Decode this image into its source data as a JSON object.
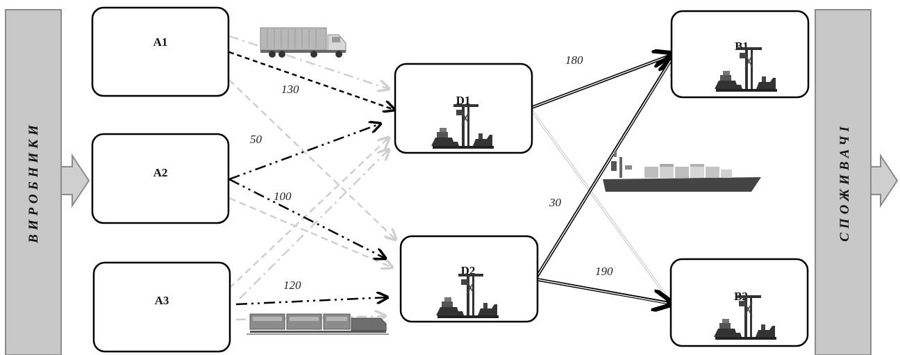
{
  "sides": {
    "left_label": "ВИРОБНИКИ",
    "right_label": "СПОЖИВАЧІ"
  },
  "nodes": {
    "a1": "A1",
    "a2": "A2",
    "a3": "A3",
    "d1": "D1",
    "d2": "D2",
    "b1": "B1",
    "b2": "B2"
  },
  "flows": {
    "a1_d1": "130",
    "a2_d1": "50",
    "a2_d2": "100",
    "a3_d2": "120",
    "d1_b1": "180",
    "d2_b1": "30",
    "d2_b2": "190"
  },
  "icons": {
    "producer_arrow": "arrow-right-icon",
    "consumer_arrow": "arrow-right-icon",
    "port": "port-crane-icon",
    "truck": "container-truck-icon",
    "train": "train-icon",
    "ship": "cargo-ship-icon"
  },
  "colors": {
    "band_fill": "#c8c8c8",
    "band_stroke": "#8a8a8a",
    "node_stroke": "#000000",
    "active_flow": "#000000",
    "inactive_flow": "#cfcfcf"
  }
}
